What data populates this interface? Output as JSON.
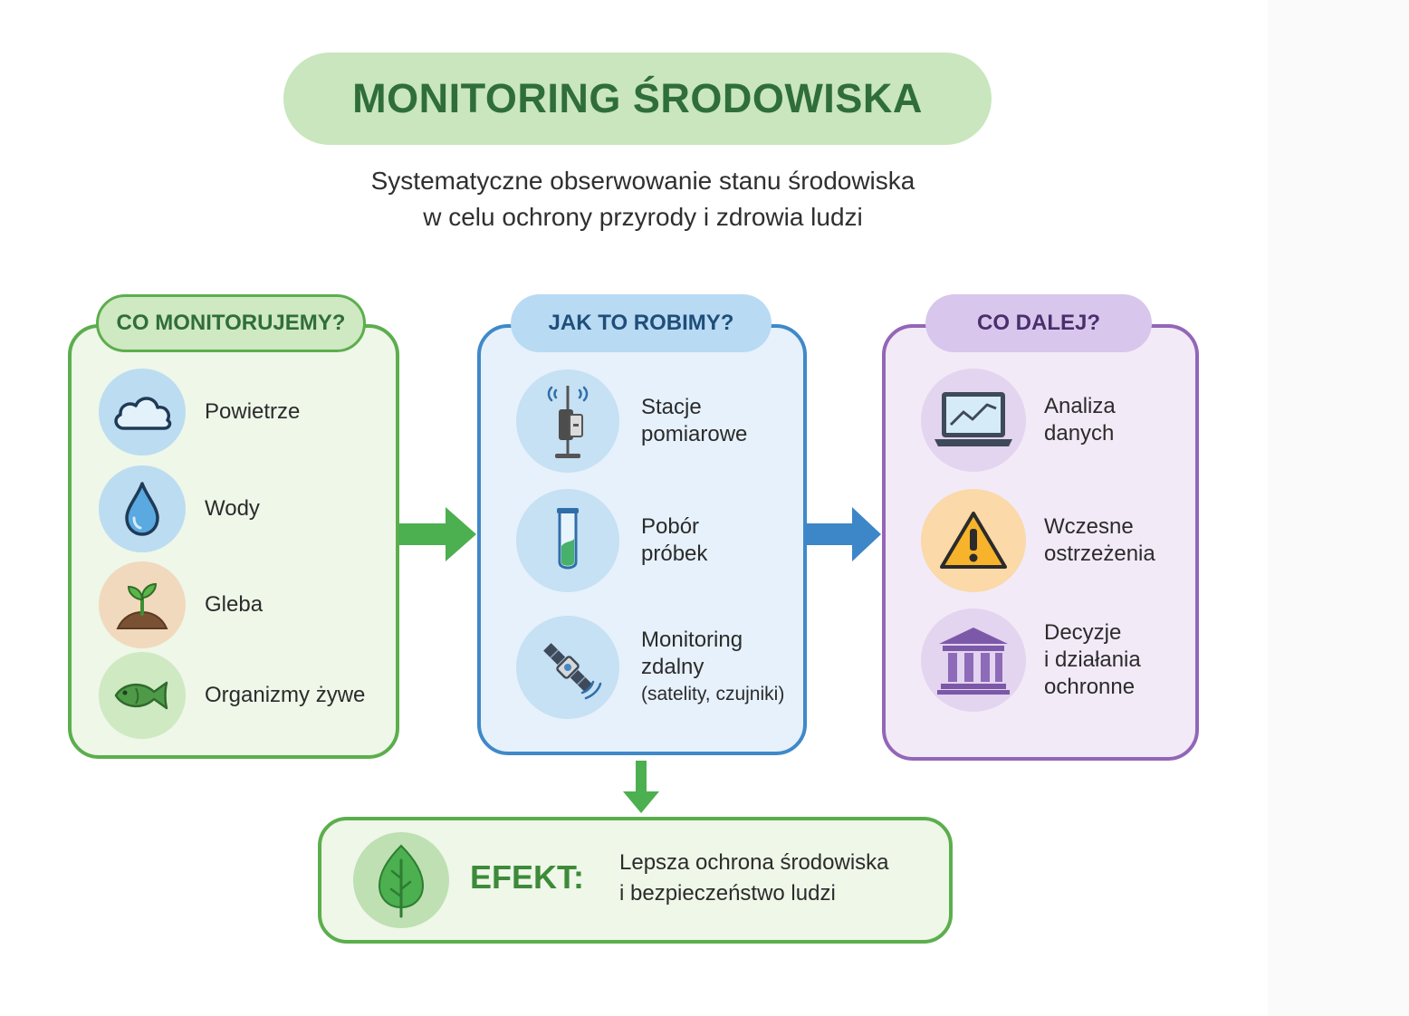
{
  "title": "MONITORING ŚRODOWISKA",
  "subtitle": {
    "line1": "Systematyczne obserwowanie stanu środowiska",
    "line2": "w celu ochrony przyrody i zdrowia ludzi"
  },
  "panels": {
    "what": {
      "title": "CO MONITORUJEMY?",
      "items": [
        {
          "label": "Powietrze",
          "icon": "cloud-icon"
        },
        {
          "label": "Wody",
          "icon": "water-drop-icon"
        },
        {
          "label": "Gleba",
          "icon": "sprout-icon"
        },
        {
          "label": "Organizmy żywe",
          "icon": "fish-icon"
        }
      ]
    },
    "how": {
      "title": "JAK TO ROBIMY?",
      "items": [
        {
          "line1": "Stacje",
          "line2": "pomiarowe",
          "icon": "measurement-station-icon"
        },
        {
          "line1": "Pobór",
          "line2": "próbek",
          "icon": "test-tube-icon"
        },
        {
          "line1": "Monitoring",
          "line2": "zdalny",
          "line3": "(satelity, czujniki)",
          "icon": "satellite-icon"
        }
      ]
    },
    "next": {
      "title": "CO DALEJ?",
      "items": [
        {
          "line1": "Analiza",
          "line2": "danych",
          "icon": "laptop-chart-icon"
        },
        {
          "line1": "Wczesne",
          "line2": "ostrzeżenia",
          "icon": "warning-icon"
        },
        {
          "line1": "Decyzje",
          "line2": "i działania",
          "line3": "ochronne",
          "icon": "institution-icon"
        }
      ]
    }
  },
  "effect": {
    "title": "EFEKT:",
    "line1": "Lepsza ochrona środowiska",
    "line2": "i bezpieczeństwo ludzi",
    "icon": "leaf-icon"
  },
  "colors": {
    "green": "#5cae4d",
    "blue": "#3f89c9",
    "purple": "#9366b8",
    "title_bg": "#c9e6be"
  }
}
